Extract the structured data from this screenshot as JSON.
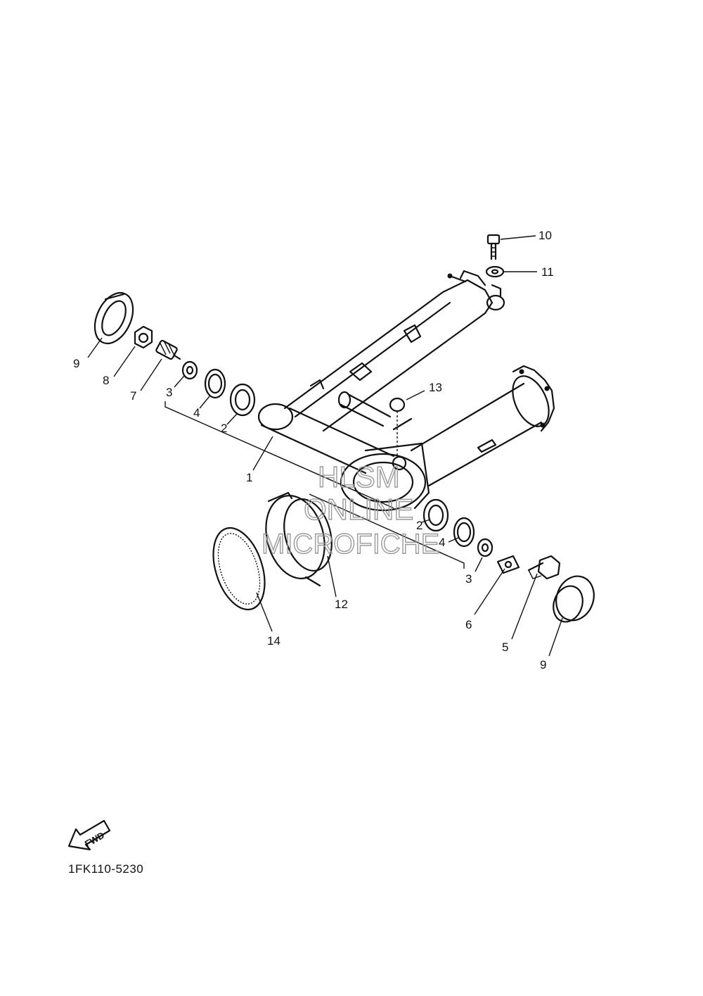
{
  "diagram_code": "1FK110-5230",
  "fwd_label": "FWD",
  "watermark": [
    "HLSM",
    "ONLINE",
    "MICROFICHE"
  ],
  "callouts": {
    "c1": "1",
    "c2a": "2",
    "c2b": "2",
    "c3a": "3",
    "c3b": "3",
    "c4a": "4",
    "c4b": "4",
    "c5": "5",
    "c6": "6",
    "c7": "7",
    "c8": "8",
    "c9a": "9",
    "c9b": "9",
    "c10": "10",
    "c11": "11",
    "c12": "12",
    "c13": "13",
    "c14": "14"
  }
}
